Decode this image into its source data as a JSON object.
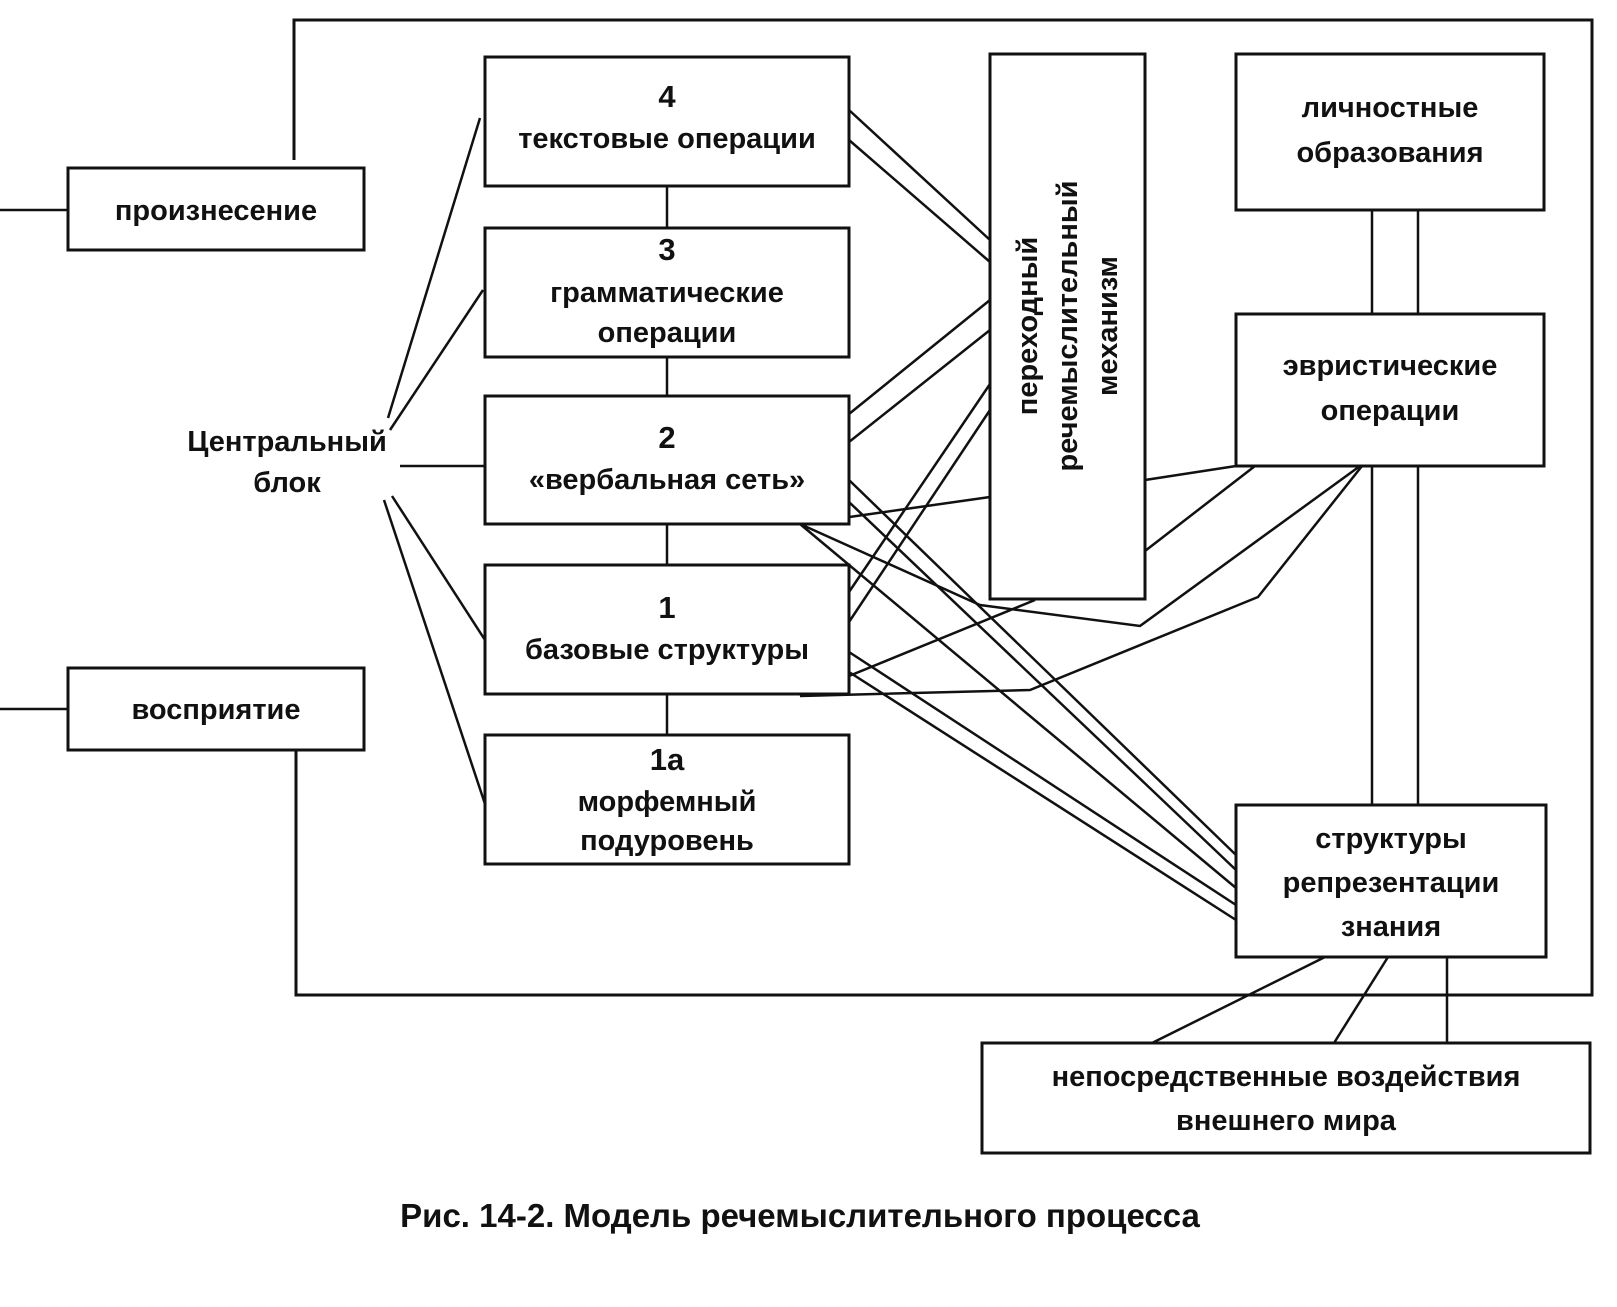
{
  "diagram": {
    "nodes": {
      "pronunciation": {
        "lines": [
          "произнесение"
        ]
      },
      "perception": {
        "lines": [
          "восприятие"
        ]
      },
      "central_block": {
        "lines": [
          "Центральный",
          "блок"
        ]
      },
      "level4": {
        "number": "4",
        "lines": [
          "текстовые операции"
        ]
      },
      "level3": {
        "number": "3",
        "lines": [
          "грамматические",
          "операции"
        ]
      },
      "level2": {
        "number": "2",
        "lines": [
          "«вербальная сеть»"
        ]
      },
      "level1": {
        "number": "1",
        "lines": [
          "базовые структуры"
        ]
      },
      "level1a": {
        "number": "1а",
        "lines": [
          "морфемный",
          "подуровень"
        ]
      },
      "transitional": {
        "lines": [
          "переходный",
          "речемыслительный",
          "механизм"
        ]
      },
      "personal": {
        "lines": [
          "личностные",
          "образования"
        ]
      },
      "heuristic": {
        "lines": [
          "эвристические",
          "операции"
        ]
      },
      "knowledge": {
        "lines": [
          "структуры",
          "репрезентации",
          "знания"
        ]
      },
      "external": {
        "lines": [
          "непосредственные воздействия",
          "внешнего мира"
        ]
      }
    },
    "caption": "Рис. 14-2. Модель речемыслительного процесса"
  }
}
